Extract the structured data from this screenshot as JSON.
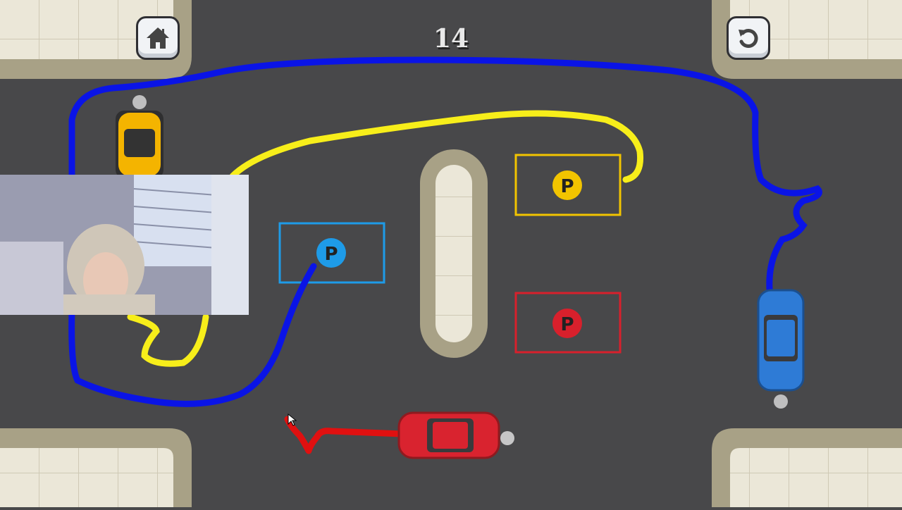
{
  "hud": {
    "moves_counter": "14",
    "home_button": "home-icon",
    "restart_button": "restart-icon"
  },
  "parking_spots": [
    {
      "color": "#1e9be8",
      "label": "P"
    },
    {
      "color": "#f2c400",
      "label": "P"
    },
    {
      "color": "#d8202c",
      "label": "P"
    }
  ],
  "cars": [
    {
      "color": "#f4b400",
      "name": "yellow"
    },
    {
      "color": "#2e7bd6",
      "name": "blue"
    },
    {
      "color": "#d9232f",
      "name": "red"
    }
  ],
  "paths": {
    "blue": "#0a14e6",
    "yellow": "#f7ee1a",
    "red": "#e01010"
  }
}
